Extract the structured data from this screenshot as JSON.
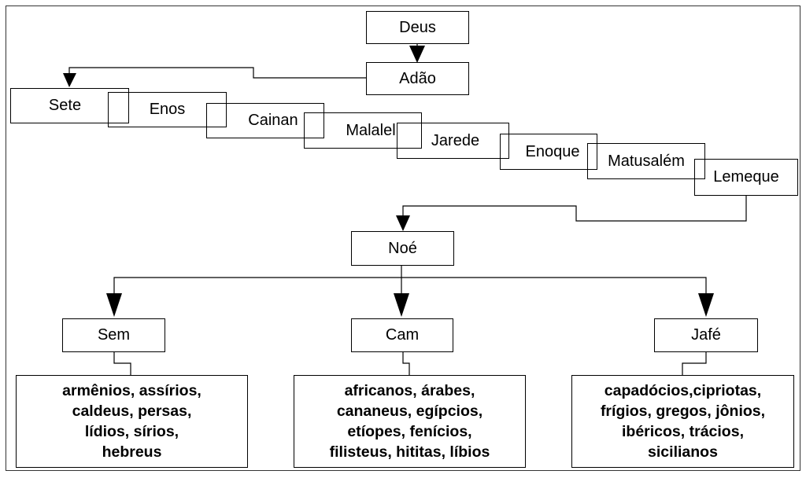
{
  "nodes": {
    "deus": "Deus",
    "adao": "Adão",
    "sete": "Sete",
    "enos": "Enos",
    "cainan": "Cainan",
    "malalel": "Malalel",
    "jarede": "Jarede",
    "enoque": "Enoque",
    "matusalem": "Matusalém",
    "lemeque": "Lemeque",
    "noe": "Noé",
    "sem": "Sem",
    "cam": "Cam",
    "jafe": "Jafé"
  },
  "peoples": {
    "sem": "armênios, assírios,\ncaldeus, persas,\nlídios, sírios,\nhebreus",
    "cam": "africanos, árabes,\ncananeus,  egípcios,\netíopes, fenícios,\nfilisteus, hititas, líbios",
    "jafe": "capadócios,cipriotas,\nfrígios, gregos, jônios,\nibéricos, trácios,\nsicilianos"
  }
}
